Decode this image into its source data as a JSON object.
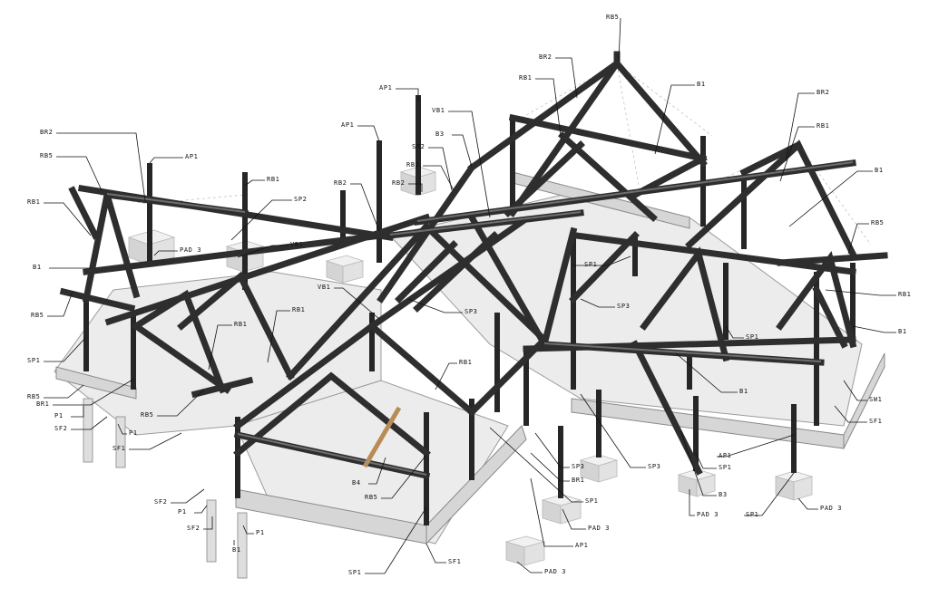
{
  "labels": [
    {
      "text": "RB5"
    },
    {
      "text": "BR2"
    },
    {
      "text": "RB1"
    },
    {
      "text": "B1"
    },
    {
      "text": "BR2"
    },
    {
      "text": "RB1"
    },
    {
      "text": "AP1"
    },
    {
      "text": "VB1"
    },
    {
      "text": "AP1"
    },
    {
      "text": "B3"
    },
    {
      "text": "SP2"
    },
    {
      "text": "RB2"
    },
    {
      "text": "RB2"
    },
    {
      "text": "BR2"
    },
    {
      "text": "RB5"
    },
    {
      "text": "AP1"
    },
    {
      "text": "B1"
    },
    {
      "text": "RB1"
    },
    {
      "text": "RB1"
    },
    {
      "text": "SP2"
    },
    {
      "text": "RB2"
    },
    {
      "text": "B1"
    },
    {
      "text": "PAD 3"
    },
    {
      "text": "VB1"
    },
    {
      "text": "RB5"
    },
    {
      "text": "RB5"
    },
    {
      "text": "VB1"
    },
    {
      "text": "SP1"
    },
    {
      "text": "SP3"
    },
    {
      "text": "SP3"
    },
    {
      "text": "RB1"
    },
    {
      "text": "RB1"
    },
    {
      "text": "SP1"
    },
    {
      "text": "B1"
    },
    {
      "text": "RB1"
    },
    {
      "text": "SP1"
    },
    {
      "text": "RB5"
    },
    {
      "text": "BR1"
    },
    {
      "text": "P1"
    },
    {
      "text": "SF2"
    },
    {
      "text": "RB5"
    },
    {
      "text": "P1"
    },
    {
      "text": "SF1"
    },
    {
      "text": "RB1"
    },
    {
      "text": "B1"
    },
    {
      "text": "SW1"
    },
    {
      "text": "SF1"
    },
    {
      "text": "B4"
    },
    {
      "text": "RB5"
    },
    {
      "text": "SP3"
    },
    {
      "text": "SP3"
    },
    {
      "text": "BR1"
    },
    {
      "text": "SP1"
    },
    {
      "text": "AP1"
    },
    {
      "text": "SP1"
    },
    {
      "text": "PAD 3"
    },
    {
      "text": "B3"
    },
    {
      "text": "PAD 3"
    },
    {
      "text": "SP1"
    },
    {
      "text": "SF2"
    },
    {
      "text": "P1"
    },
    {
      "text": "SF2"
    },
    {
      "text": "P1"
    },
    {
      "text": "B1"
    },
    {
      "text": "SF1"
    },
    {
      "text": "SP1"
    },
    {
      "text": "AP1"
    },
    {
      "text": "PAD 3"
    },
    {
      "text": "PAD 3"
    }
  ]
}
